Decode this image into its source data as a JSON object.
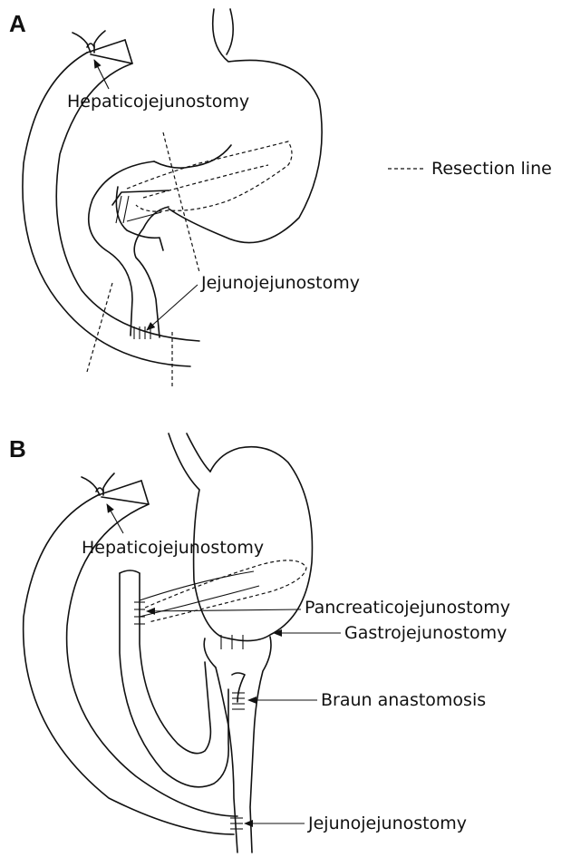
{
  "panels": {
    "a": {
      "letter": "A",
      "labels": {
        "hepaticojejunostomy": "Hepaticojejunostomy",
        "jejunojejunostomy": "Jejunojejunostomy"
      },
      "legend": {
        "text": "Resection line",
        "style": "dashed"
      }
    },
    "b": {
      "letter": "B",
      "labels": {
        "hepaticojejunostomy": "Hepaticojejunostomy",
        "pancreaticojejunostomy": "Pancreaticojejunostomy",
        "gastrojejunostomy": "Gastrojejunostomy",
        "braun_anastomosis": "Braun anastomosis",
        "jejunojejunostomy": "Jejunojejunostomy"
      }
    }
  }
}
